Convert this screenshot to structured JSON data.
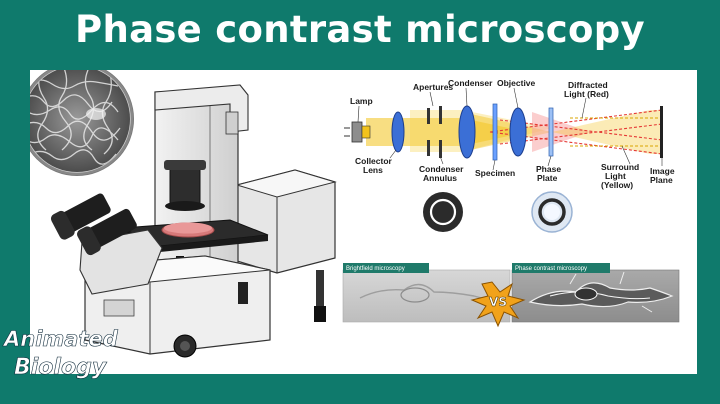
{
  "title": "Phase contrast microscopy",
  "optics": {
    "lamp": "Lamp",
    "apertures": "Apertures",
    "condenser": "Condenser",
    "objective": "Objective",
    "diffracted_line1": "Diffracted",
    "diffracted_line2": "Light (Red)",
    "collector_line1": "Collector",
    "collector_line2": "Lens",
    "annulus_line1": "Condenser",
    "annulus_line2": "Annulus",
    "specimen": "Specimen",
    "plate_line1": "Phase",
    "plate_line2": "Plate",
    "surround_line1": "Surround",
    "surround_line2": "Light",
    "surround_line3": "(Yellow)",
    "image_line1": "Image",
    "image_line2": "Plane"
  },
  "comparison": {
    "brightfield_label": "Brightfield microscopy",
    "phase_label": "Phase contrast microscopy",
    "vs": "VS"
  },
  "logo": {
    "line1": "Animated",
    "line2": "Biology"
  },
  "colors": {
    "background": "#0f7a6c",
    "panel": "#ffffff",
    "diffracted_light": "#e53935",
    "surround_light": "#f2c21b",
    "lens": "#3b6fd6",
    "label_bar": "#1f7a6a"
  }
}
